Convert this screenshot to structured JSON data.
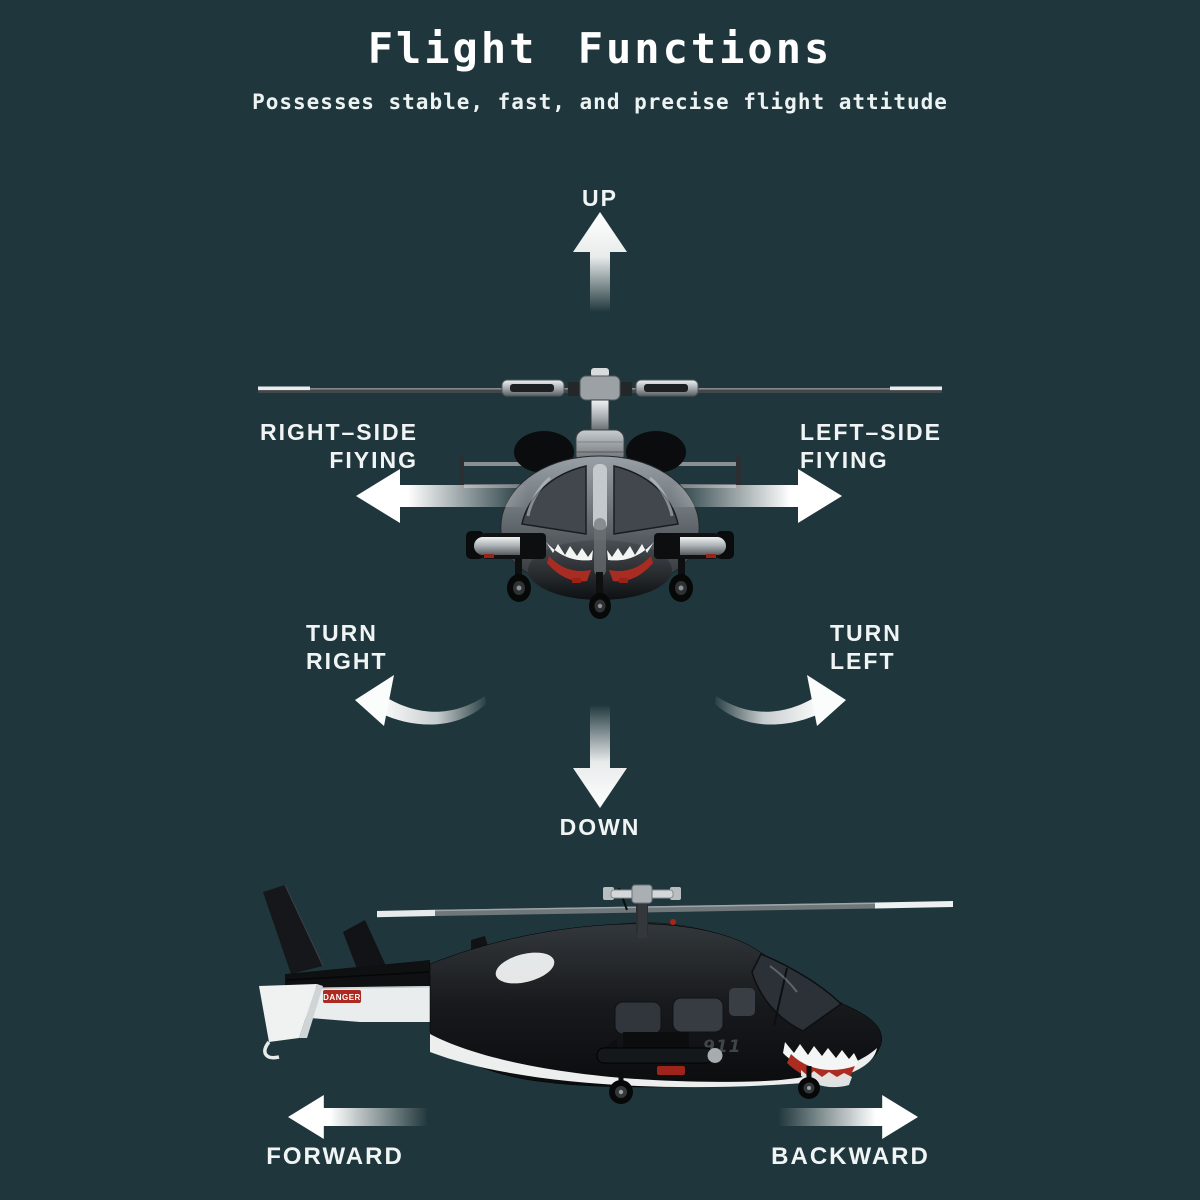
{
  "header": {
    "title": "Flight Functions",
    "subtitle": "Possesses stable, fast, and precise flight attitude"
  },
  "directions": {
    "up": {
      "label": "UP"
    },
    "down": {
      "label": "DOWN"
    },
    "right_side": {
      "line1": "RIGHT–SIDE",
      "line2": "FIYING"
    },
    "left_side": {
      "line1": "LEFT–SIDE",
      "line2": "FIYING"
    },
    "turn_right": {
      "line1": "TURN",
      "line2": "RIGHT"
    },
    "turn_left": {
      "line1": "TURN",
      "line2": "LEFT"
    },
    "forward": {
      "label": "FORWARD"
    },
    "backward": {
      "label": "BACKWARD"
    }
  },
  "helicopter": {
    "side_view": {
      "registration": "911",
      "tail_decal": "DANGER"
    }
  },
  "colors": {
    "background": "#1f373c",
    "label_text": "#f1f4f4",
    "arrow": "#ffffff",
    "shark_mouth_red": "#ab2d22"
  }
}
